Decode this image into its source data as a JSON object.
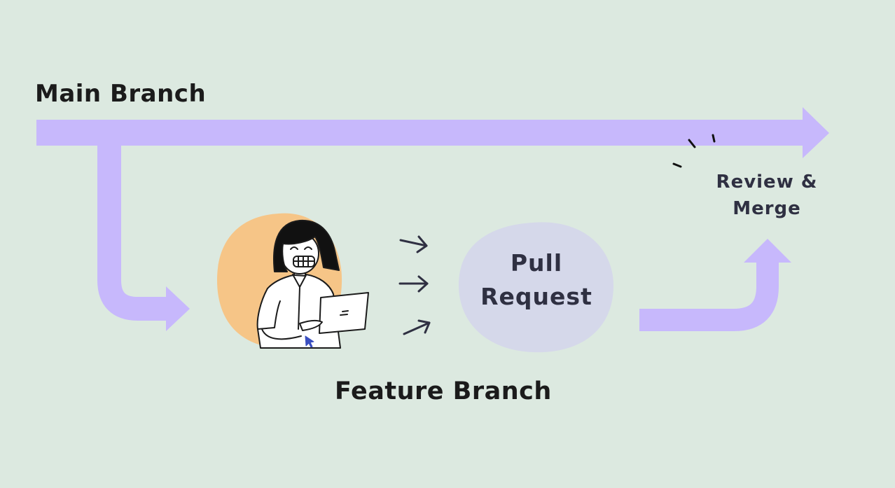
{
  "main_branch": {
    "label": "Main Branch"
  },
  "feature_branch": {
    "label": "Feature Branch"
  },
  "pull_request": {
    "line1": "Pull",
    "line2": "Request"
  },
  "review_merge": {
    "line1": "Review &",
    "line2": "Merge"
  },
  "colors": {
    "background": "#dce9e0",
    "arrow": "#c7b8fc",
    "pull_request_blob": "#d5d8ea",
    "avatar_blob": "#f6c587",
    "ink": "#1b1b1b"
  },
  "icons": [
    "person-with-laptop-illustration",
    "motion-arrows-icon",
    "sparkle-lines-icon"
  ]
}
